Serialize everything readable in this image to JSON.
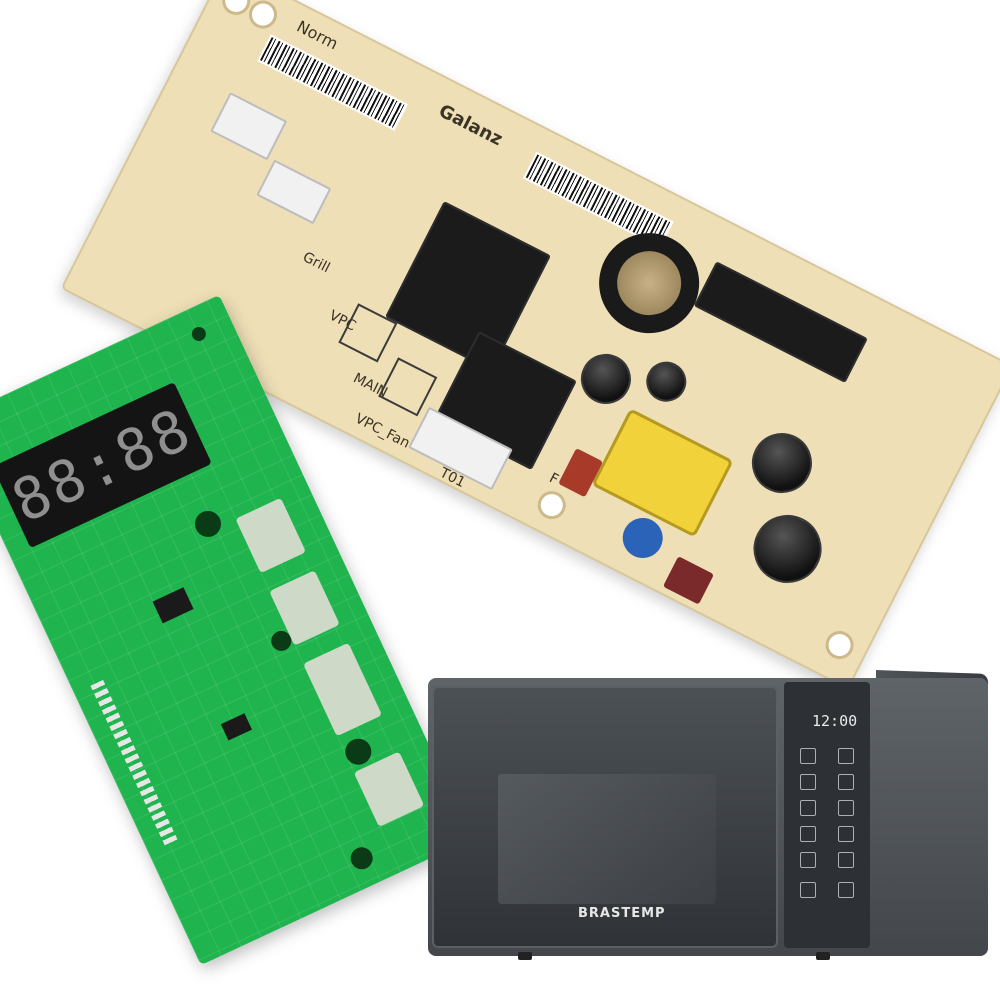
{
  "beige_board": {
    "labels": {
      "brand": "Galanz",
      "norm": "Norm",
      "grill": "Grill",
      "vpc": "VPC",
      "main": "MAIN",
      "vpc_fan": "VPC_Fan",
      "t01": "T01",
      "f": "F"
    }
  },
  "green_board": {
    "display_text": "88:88"
  },
  "microwave": {
    "brand": "BRASTEMP",
    "clock": "12:00"
  },
  "colors": {
    "beige_pcb": "#eedfb6",
    "green_pcb": "#1fb44e",
    "microwave_body": "#4c5155"
  }
}
